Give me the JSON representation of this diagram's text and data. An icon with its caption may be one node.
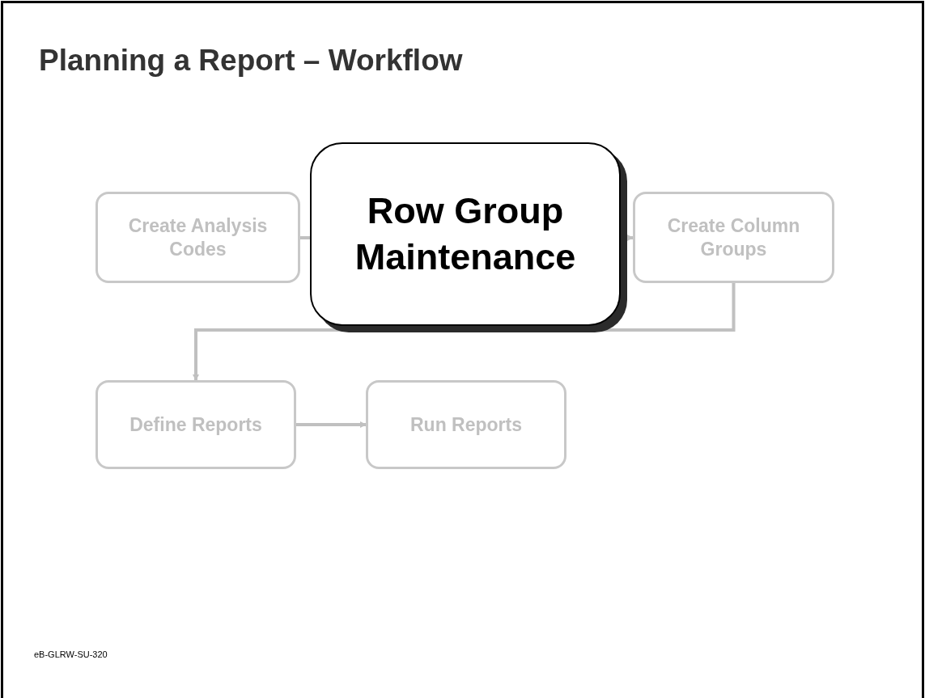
{
  "diagram": {
    "title": "Planning a Report – Workflow",
    "nodes": [
      {
        "text": [
          "Create Analysis Codes"
        ]
      },
      {
        "text": [
          "Row Group Maintenance"
        ]
      },
      {
        "text": [
          "Create Column Groups"
        ]
      },
      {
        "text": [
          "Define Reports"
        ]
      },
      {
        "text": [
          "Run Reports"
        ]
      }
    ],
    "edges": [
      {
        "from": 0,
        "to": 1,
        "arrow": "none"
      },
      {
        "from": 1,
        "to": 2,
        "arrow": "to"
      },
      {
        "from": 2,
        "to": 3,
        "arrow": "to"
      },
      {
        "from": 3,
        "to": 4,
        "arrow": "to"
      }
    ],
    "labels": [
      "eB-GLRW-SU-320"
    ]
  }
}
